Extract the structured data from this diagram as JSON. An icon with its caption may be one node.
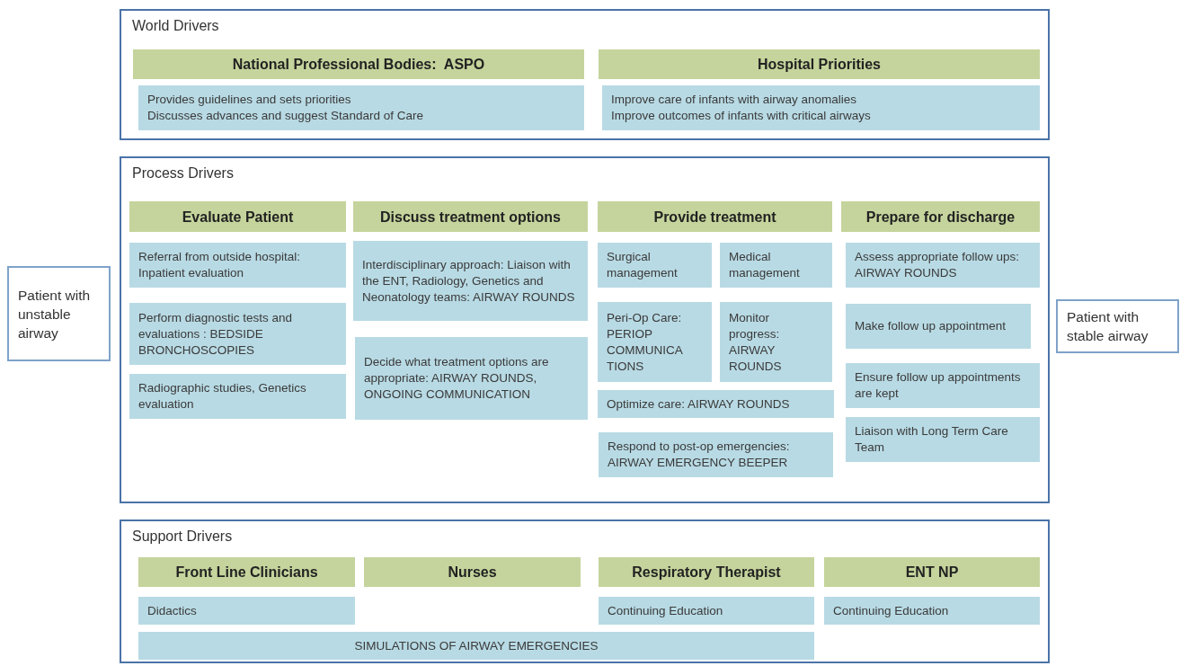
{
  "diagram": {
    "nodes": [
      {
        "text": [
          "World Drivers"
        ]
      },
      {
        "text": [
          "National Professional Bodies:  ASPO"
        ],
        "in": 0
      },
      {
        "text": [
          "Provides guidelines and sets priorities",
          "Discusses advances and suggest Standard of Care"
        ],
        "in": 0
      },
      {
        "text": [
          "Hospital Priorities"
        ],
        "in": 0
      },
      {
        "text": [
          "Improve care of infants with airway anomalies",
          "Improve outcomes of infants with critical airways"
        ],
        "in": 0
      },
      {
        "text": [
          "Process Drivers"
        ]
      },
      {
        "text": [
          "Evaluate Patient"
        ],
        "in": 5
      },
      {
        "text": [
          "Referral from outside hospital: Inpatient evaluation"
        ],
        "in": 5
      },
      {
        "text": [
          "Perform diagnostic tests and evaluations : BEDSIDE BRONCHOSCOPIES"
        ],
        "in": 5
      },
      {
        "text": [
          "Radiographic studies, Genetics evaluation"
        ],
        "in": 5
      },
      {
        "text": [
          "Discuss treatment options"
        ],
        "in": 5
      },
      {
        "text": [
          "Interdisciplinary approach: Liaison with the ENT, Radiology, Genetics and Neonatology teams: AIRWAY ROUNDS"
        ],
        "in": 5
      },
      {
        "text": [
          "Decide what treatment options are appropriate: AIRWAY ROUNDS, ONGOING COMMUNICATION"
        ],
        "in": 5
      },
      {
        "text": [
          "Provide treatment"
        ],
        "in": 5
      },
      {
        "text": [
          "Surgical management"
        ],
        "in": 5
      },
      {
        "text": [
          "Medical management"
        ],
        "in": 5
      },
      {
        "text": [
          "Peri-Op Care: PERIOP COMMUNICA TIONS"
        ],
        "in": 5
      },
      {
        "text": [
          "Monitor progress: AIRWAY ROUNDS"
        ],
        "in": 5
      },
      {
        "text": [
          "Optimize care: AIRWAY ROUNDS"
        ],
        "in": 5
      },
      {
        "text": [
          "Respond to post-op emergencies: AIRWAY EMERGENCY BEEPER"
        ],
        "in": 5
      },
      {
        "text": [
          "Prepare for discharge"
        ],
        "in": 5
      },
      {
        "text": [
          "Assess appropriate follow ups: AIRWAY ROUNDS"
        ],
        "in": 5
      },
      {
        "text": [
          "Make follow up appointment"
        ],
        "in": 5
      },
      {
        "text": [
          "Ensure follow up appointments are kept"
        ],
        "in": 5
      },
      {
        "text": [
          "Liaison with Long Term Care Team"
        ],
        "in": 5
      },
      {
        "text": [
          "Support Drivers"
        ]
      },
      {
        "text": [
          "Front Line Clinicians"
        ],
        "in": 25
      },
      {
        "text": [
          "Nurses"
        ],
        "in": 25
      },
      {
        "text": [
          "Respiratory Therapist"
        ],
        "in": 25
      },
      {
        "text": [
          "ENT NP"
        ],
        "in": 25
      },
      {
        "text": [
          "Didactics"
        ],
        "in": 25
      },
      {
        "text": [
          "Continuing Education"
        ],
        "in": 25
      },
      {
        "text": [
          "Continuing Education"
        ],
        "in": 25
      },
      {
        "text": [
          "SIMULATIONS OF AIRWAY EMERGENCIES"
        ],
        "in": 25
      },
      {
        "text": [
          "Patient with unstable airway"
        ]
      },
      {
        "text": [
          "Patient with stable airway"
        ]
      }
    ]
  }
}
